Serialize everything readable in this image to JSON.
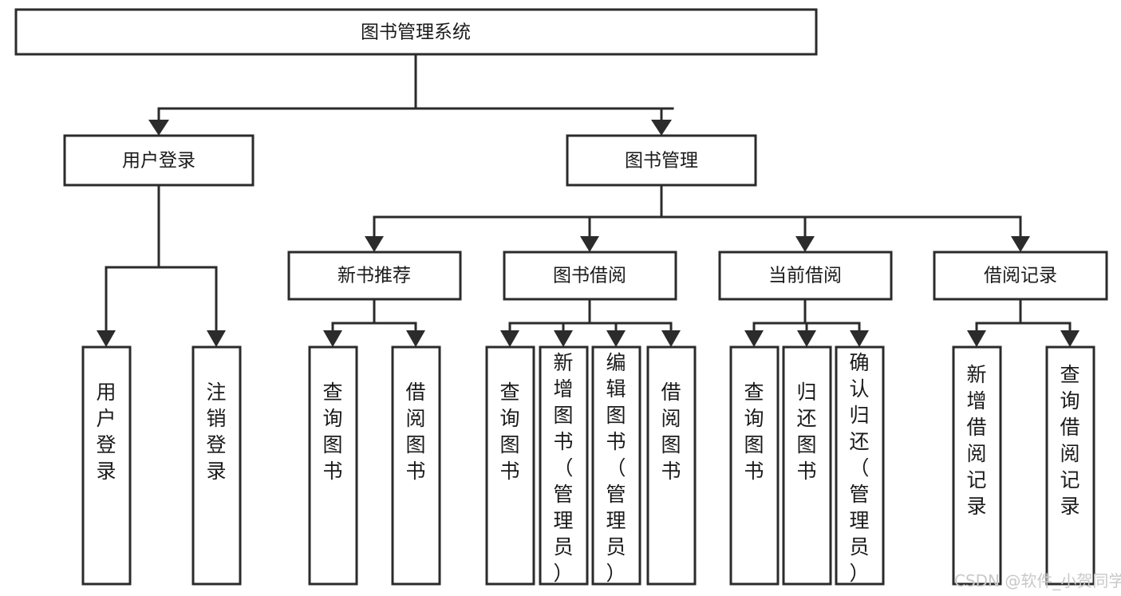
{
  "diagram": {
    "type": "tree-hierarchy",
    "title": "图书管理系统",
    "root": {
      "id": "root",
      "label": "图书管理系统"
    },
    "level2": [
      {
        "id": "user-login",
        "label": "用户登录"
      },
      {
        "id": "book-manage",
        "label": "图书管理"
      }
    ],
    "level3": [
      {
        "id": "new-book-recommend",
        "label": "新书推荐",
        "parent": "book-manage"
      },
      {
        "id": "book-borrow",
        "label": "图书借阅",
        "parent": "book-manage"
      },
      {
        "id": "current-borrow",
        "label": "当前借阅",
        "parent": "book-manage"
      },
      {
        "id": "borrow-record",
        "label": "借阅记录",
        "parent": "book-manage"
      }
    ],
    "leaves": [
      {
        "id": "leaf-user-login",
        "label": "用户登录",
        "parent": "user-login"
      },
      {
        "id": "leaf-logout-login",
        "label": "注销登录",
        "parent": "user-login"
      },
      {
        "id": "leaf-query-book-1",
        "label": "查询图书",
        "parent": "new-book-recommend"
      },
      {
        "id": "leaf-borrow-book-1",
        "label": "借阅图书",
        "parent": "new-book-recommend"
      },
      {
        "id": "leaf-query-book-2",
        "label": "查询图书",
        "parent": "book-borrow"
      },
      {
        "id": "leaf-add-book",
        "label": "新增图书（管理员）",
        "parent": "book-borrow"
      },
      {
        "id": "leaf-edit-book",
        "label": "编辑图书（管理员）",
        "parent": "book-borrow"
      },
      {
        "id": "leaf-borrow-book-2",
        "label": "借阅图书",
        "parent": "book-borrow"
      },
      {
        "id": "leaf-query-book-3",
        "label": "查询图书",
        "parent": "current-borrow"
      },
      {
        "id": "leaf-return-book",
        "label": "归还图书",
        "parent": "current-borrow"
      },
      {
        "id": "leaf-confirm-return",
        "label": "确认归还（管理员）",
        "parent": "current-borrow"
      },
      {
        "id": "leaf-add-record",
        "label": "新增借阅记录",
        "parent": "borrow-record"
      },
      {
        "id": "leaf-query-record",
        "label": "查询借阅记录",
        "parent": "borrow-record"
      }
    ]
  },
  "watermark": {
    "text": "CSDN @软件_小贺同学",
    "color": "#c9c9c9"
  },
  "colors": {
    "stroke": "#2b2b2b",
    "fill": "#ffffff",
    "text": "#1a1a1a",
    "background": "#ffffff"
  }
}
